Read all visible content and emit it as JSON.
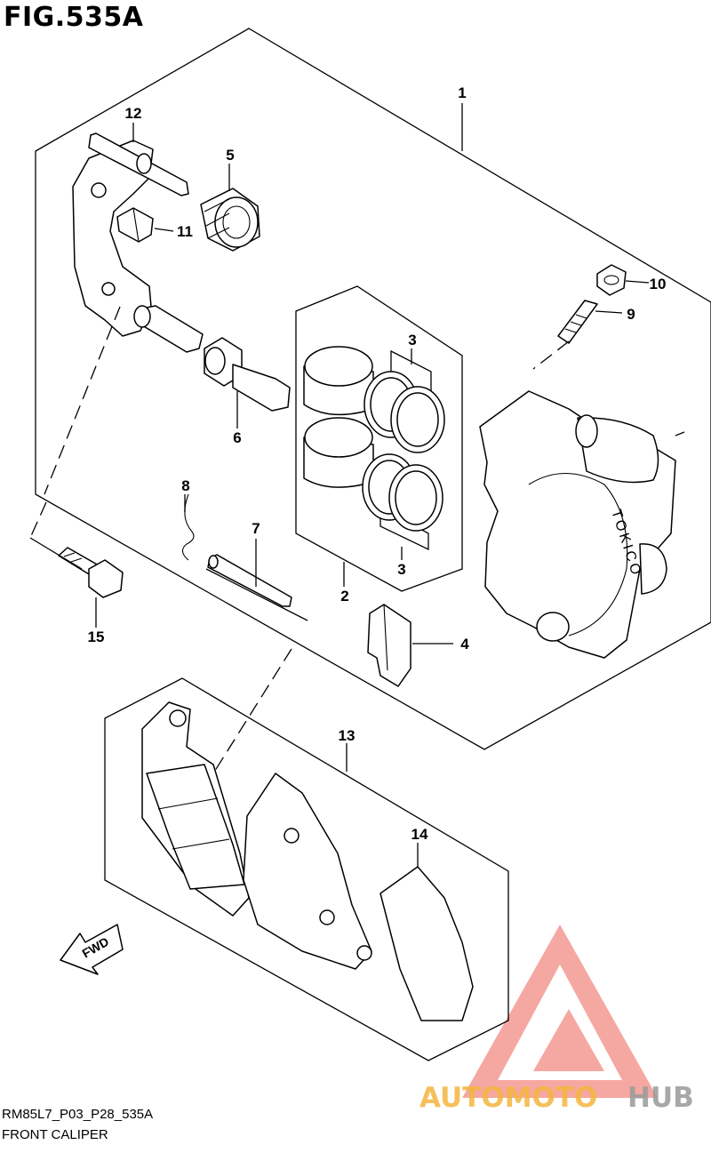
{
  "figure": {
    "title": "FIG.535A",
    "code": "RM85L7_P03_P28_535A",
    "caption": "FRONT CALIPER"
  },
  "callouts": [
    "1",
    "2",
    "3",
    "3",
    "4",
    "5",
    "6",
    "7",
    "8",
    "9",
    "10",
    "11",
    "12",
    "13",
    "14",
    "15"
  ],
  "caliper_marking": "TOKICO",
  "direction_label": "FWD",
  "watermark": {
    "text_part1": "AUTOMOTO",
    "text_part2": "HUB",
    "color_primary": "#f4b63f",
    "color_secondary": "#9a9a9a",
    "logo_color": "#f08080"
  }
}
